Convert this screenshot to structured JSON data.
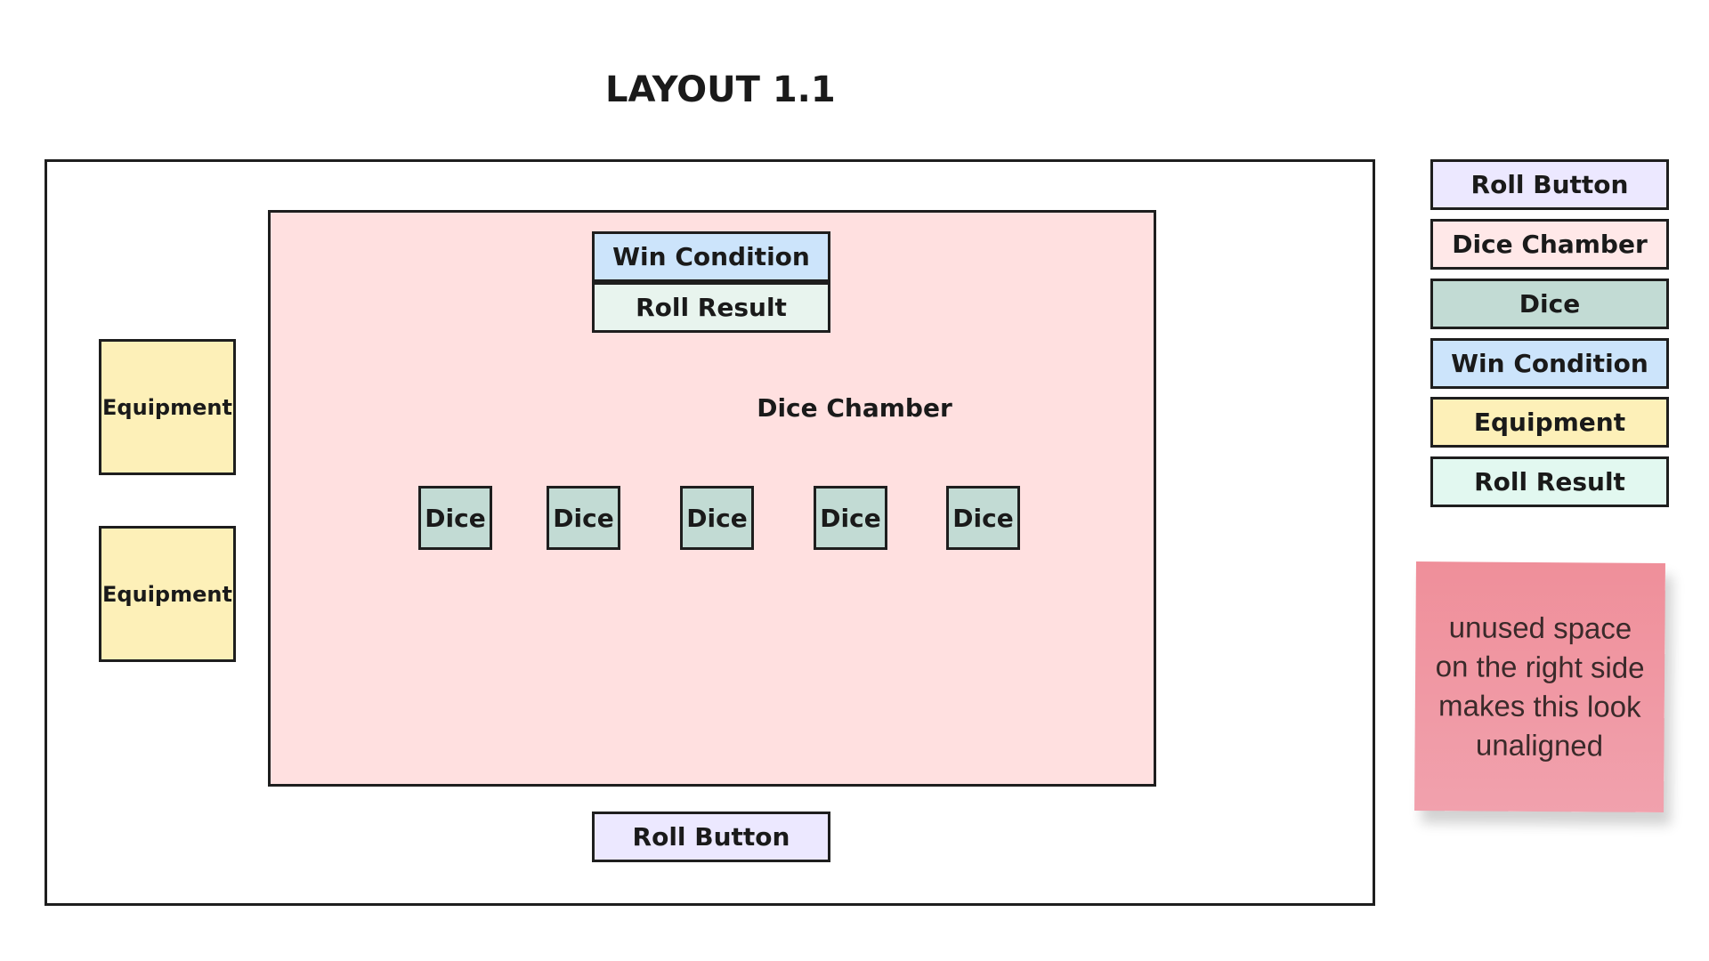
{
  "title": "LAYOUT 1.1",
  "chamber": {
    "label": "Dice Chamber",
    "win_condition": "Win Condition",
    "roll_result": "Roll Result",
    "dice": [
      "Dice",
      "Dice",
      "Dice",
      "Dice",
      "Dice"
    ]
  },
  "equipment": [
    "Equipment",
    "Equipment"
  ],
  "roll_button": "Roll Button",
  "legend": [
    {
      "label": "Roll Button",
      "color": "#ece8ff"
    },
    {
      "label": "Dice Chamber",
      "color": "#ffe8e8"
    },
    {
      "label": "Dice",
      "color": "#c2dbd4"
    },
    {
      "label": "Win Condition",
      "color": "#cce4fb"
    },
    {
      "label": "Equipment",
      "color": "#fdf0b8"
    },
    {
      "label": "Roll Result",
      "color": "#e2f8f0"
    }
  ],
  "sticky_note": {
    "text": "unused space on the right side makes this look unaligned",
    "color": "#ef95a1"
  }
}
